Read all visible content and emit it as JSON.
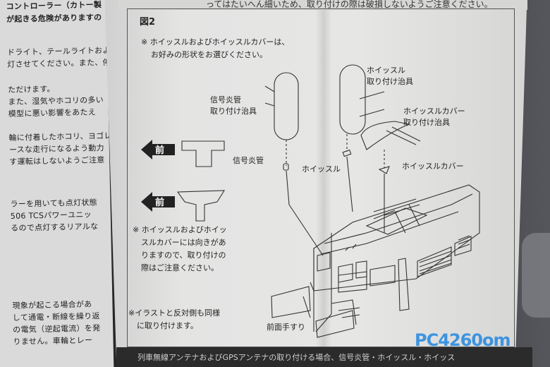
{
  "left_page": {
    "lines": [
      "コントローラー（カトー製",
      "が起きる危険がありますの",
      "ドライト、テールライトおよ",
      "灯させてください。また、停",
      "ただけます。",
      "また、湿気やホコリの多い",
      "模型に悪い影響をあたえ",
      "輪に付着したホコリ、ヨゴレ",
      "ースな走行になるよう動力",
      "す運転はしないようご注意",
      "ラーを用いても点灯状態",
      "506 TCSパワーユニッ",
      "るので点灯するリアルな",
      "現象が起こる場合があ",
      "して通電・断線を繰り返",
      "の電気（逆起電流）を発",
      "りません。車輪とレー"
    ]
  },
  "header_text": "ってはたいへん細いため、取り付けの際は破損しないようご注意ください。",
  "figure": {
    "title": "図2",
    "note_top": [
      "※ ホイッスルおよびホイッスルカバーは、",
      "お好みの形状をお選びください。"
    ],
    "signal_tube_jig": [
      "信号炎管",
      "取り付け治具"
    ],
    "whistle_jig": [
      "ホイッスル",
      "取り付け治具"
    ],
    "whistle_cover_jig": [
      "ホイッスルカバー",
      "取り付け治具"
    ],
    "signal_tube": "信号炎管",
    "whistle": "ホイッスル",
    "whistle_cover": "ホイッスルカバー",
    "front_label": "前",
    "note_direction": [
      "※ ホイッスルおよびホイッ",
      "スルカバーには向きがあ",
      "りますので、取り付けの",
      "際はご注意ください。"
    ],
    "note_both_sides": [
      "※イラストと反対側も同様",
      "に取り付けます。"
    ],
    "front_handrail": "前面手すり"
  },
  "bottom_text": "列車無線アンテナおよびGPSアンテナの取り付ける場合、信号炎管・ホイッスル・ホイッス",
  "watermark": "PC4260om",
  "colors": {
    "paper": "#e4e4e3",
    "ink": "#222222",
    "background": "#3a3b40",
    "watermark": "#2f8ee0"
  }
}
